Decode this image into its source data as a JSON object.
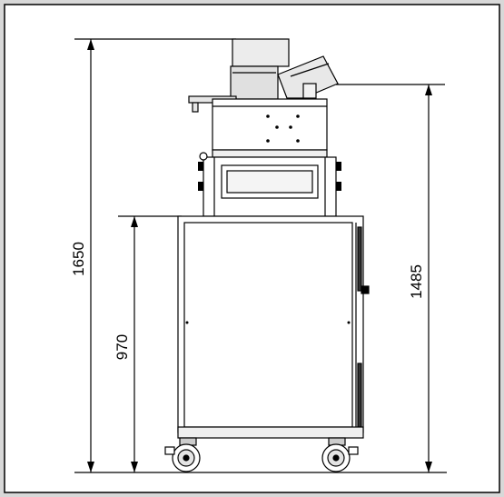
{
  "diagram": {
    "dimensions": {
      "overall_height": "1650",
      "cabinet_height": "970",
      "outlet_height": "1485"
    },
    "colors": {
      "background": "#ffffff",
      "frame_fill": "#d8d8d8",
      "line": "#000000",
      "machine_fill": "#e6e6e6"
    }
  }
}
